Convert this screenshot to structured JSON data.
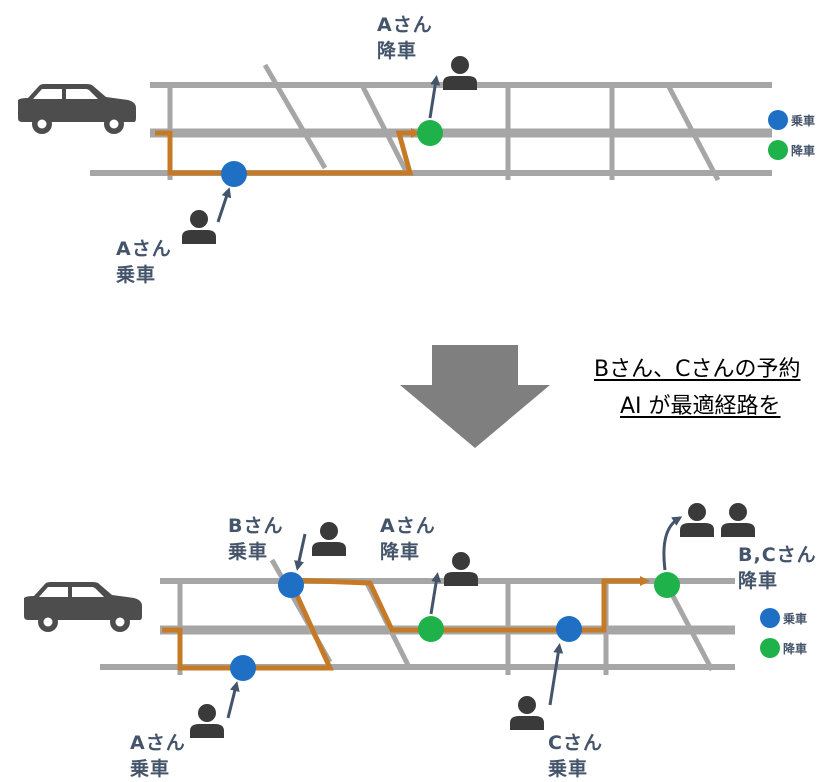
{
  "colors": {
    "road": "#a6a6a6",
    "road_main": "#a6a6a6",
    "route": "#c77a26",
    "pickup": "#1f6fc5",
    "dropoff": "#1fb14a",
    "car": "#4d4d4d",
    "person": "#3a3a3a",
    "arrow": "#44546a",
    "down_arrow": "#7f7f7f"
  },
  "icons": {
    "car": "car-icon",
    "person": "person-icon",
    "down_arrow": "down-arrow-icon"
  },
  "legend": {
    "pickup_label": "乗車",
    "dropoff_label": "降車"
  },
  "top_scenario": {
    "a_pickup": "Aさん\n乗車",
    "a_dropoff": "Aさん\n降車"
  },
  "caption": {
    "line1": "Bさん、Cさんの予約",
    "line2": "AI が最適経路を"
  },
  "bottom_scenario": {
    "b_pickup": "Bさん\n乗車",
    "a_dropoff": "Aさん\n降車",
    "bc_dropoff": "B,Cさん\n降車",
    "a_pickup": "Aさん\n乗車",
    "c_pickup": "Cさん\n乗車"
  }
}
